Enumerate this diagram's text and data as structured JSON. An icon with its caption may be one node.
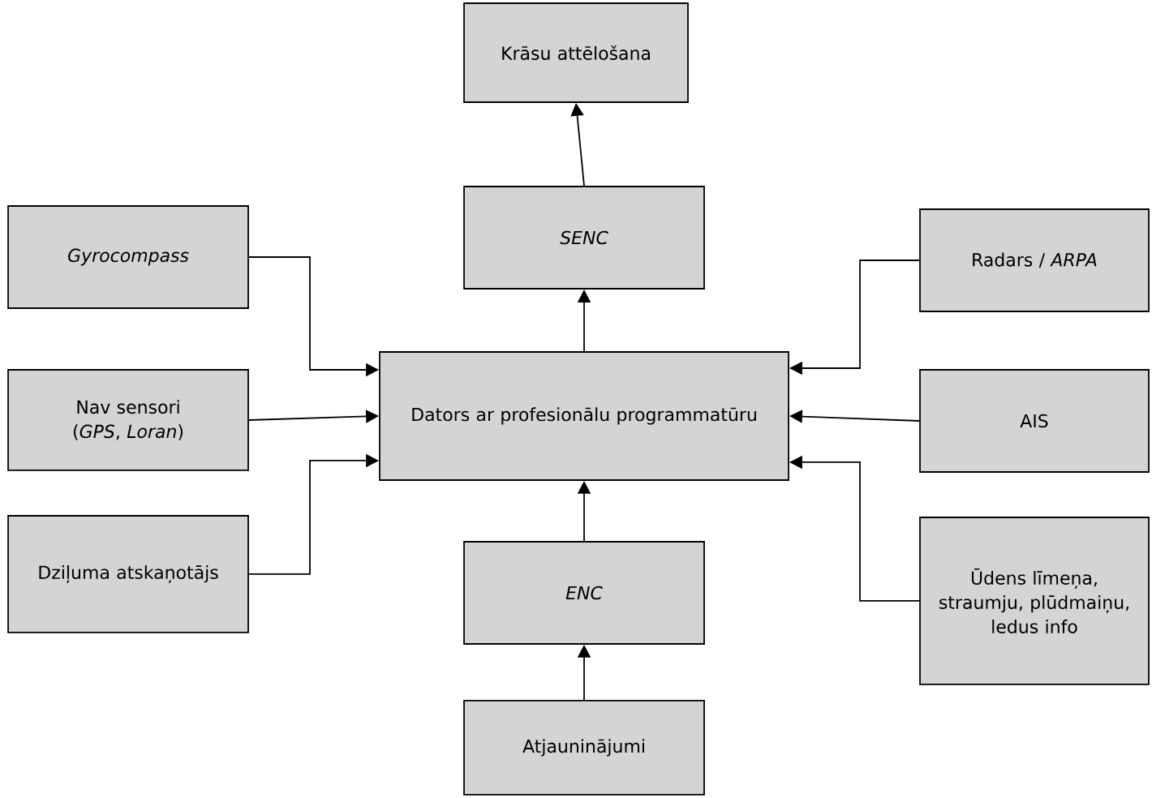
{
  "diagram": {
    "nodes": [
      {
        "text": [
          "Krāsu attēlošana"
        ]
      },
      {
        "text": [
          "Gyrocompass"
        ]
      },
      {
        "text": [
          "SENC"
        ]
      },
      {
        "text": [
          "Radars / *ARPA*"
        ]
      },
      {
        "text": [
          "Nav sensori (*GPS*, *Loran*)"
        ]
      },
      {
        "text": [
          "Dators ar profesionālu programmatūru"
        ]
      },
      {
        "text": [
          "AIS"
        ]
      },
      {
        "text": [
          "Dziļuma atskaņotājs"
        ]
      },
      {
        "text": [
          "ENC"
        ]
      },
      {
        "text": [
          "Ūdens līmeņa, straumju, plūdmaiņu, ledus info"
        ]
      },
      {
        "text": [
          "Atjauninājumi"
        ]
      }
    ],
    "edges": [
      {
        "from": 2,
        "to": 0,
        "arrow": "to"
      },
      {
        "from": 5,
        "to": 2,
        "arrow": "to"
      },
      {
        "from": 1,
        "to": 5,
        "arrow": "to"
      },
      {
        "from": 4,
        "to": 5,
        "arrow": "to"
      },
      {
        "from": 7,
        "to": 5,
        "arrow": "to"
      },
      {
        "from": 3,
        "to": 5,
        "arrow": "to"
      },
      {
        "from": 6,
        "to": 5,
        "arrow": "to"
      },
      {
        "from": 9,
        "to": 5,
        "arrow": "to"
      },
      {
        "from": 8,
        "to": 5,
        "arrow": "to"
      },
      {
        "from": 10,
        "to": 8,
        "arrow": "to"
      }
    ]
  }
}
